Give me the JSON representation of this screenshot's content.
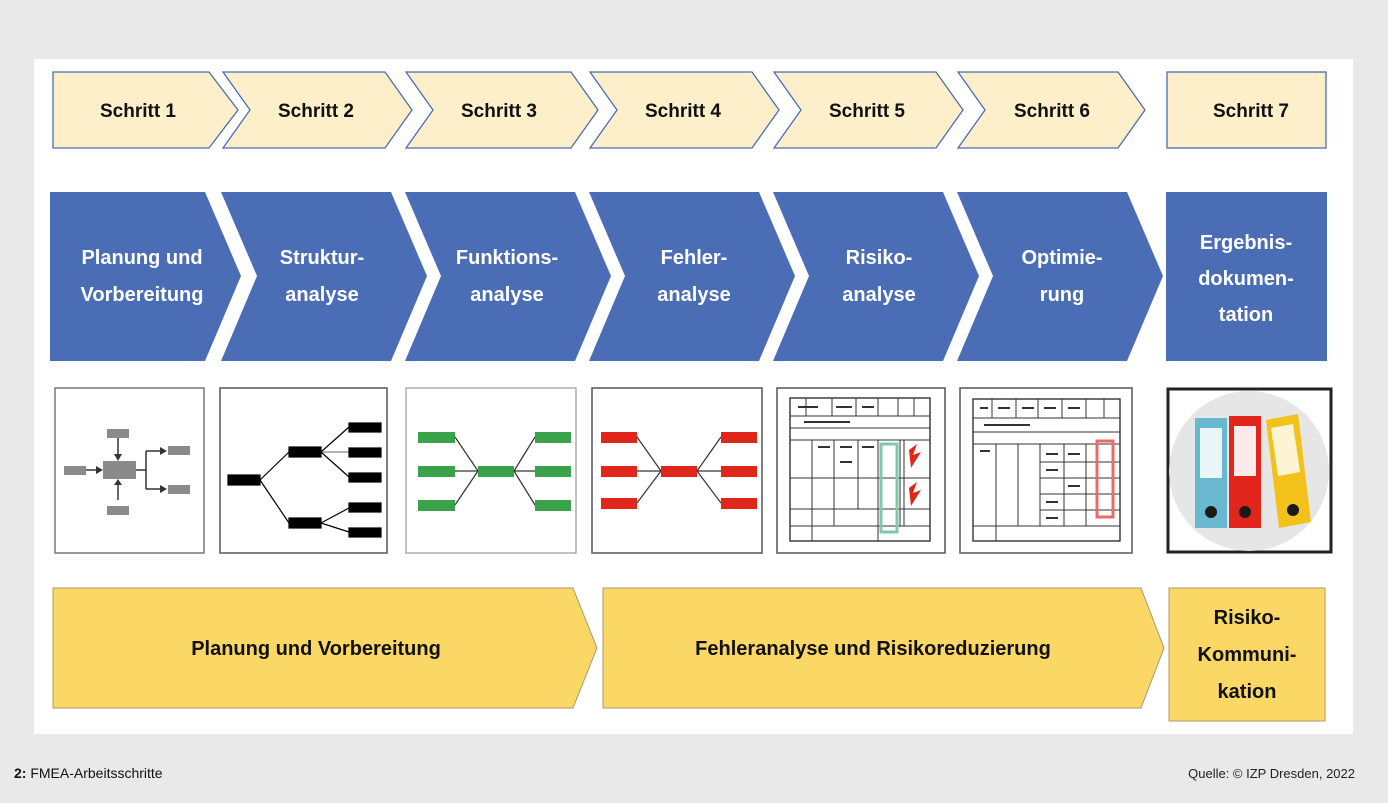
{
  "steps": [
    {
      "step": "Schritt 1",
      "phase": [
        "Planung und",
        "Vorbereitung"
      ]
    },
    {
      "step": "Schritt 2",
      "phase": [
        "Struktur-",
        "analyse"
      ]
    },
    {
      "step": "Schritt 3",
      "phase": [
        "Funktions-",
        "analyse"
      ]
    },
    {
      "step": "Schritt 4",
      "phase": [
        "Fehler-",
        "analyse"
      ]
    },
    {
      "step": "Schritt 5",
      "phase": [
        "Risiko-",
        "analyse"
      ]
    },
    {
      "step": "Schritt 6",
      "phase": [
        "Optimie-",
        "rung"
      ]
    },
    {
      "step": "Schritt 7",
      "phase": [
        "Ergebnis-",
        "dokumen-",
        "tation"
      ]
    }
  ],
  "groups": [
    {
      "label": [
        "Planung und Vorbereitung"
      ]
    },
    {
      "label": [
        "Fehleranalyse und Risikoreduzierung"
      ]
    },
    {
      "label": [
        "Risiko-",
        "Kommuni-",
        "kation"
      ]
    }
  ],
  "colors": {
    "step_fill": "#fcefc9",
    "phase_fill": "#4a6db5",
    "group_fill": "#fbd766",
    "function_green": "#3aa24a",
    "failure_red": "#e0251b",
    "structure_black": "#000000",
    "planning_gray": "#8a8a8a"
  },
  "caption": {
    "number": "2:",
    "text": "FMEA-Arbeitsschritte"
  },
  "source": "Quelle: © IZP Dresden, 2022"
}
